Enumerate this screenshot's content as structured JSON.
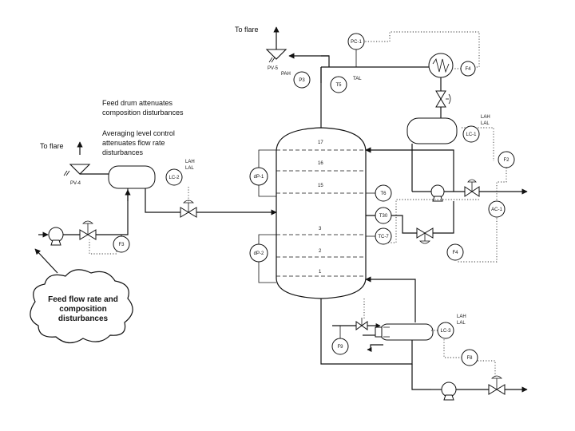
{
  "notes": {
    "to_flare_top": "To flare",
    "to_flare_left": "To flare",
    "feed_drum_1": "Feed drum attenuates",
    "feed_drum_2": "composition disturbances",
    "avg_level_1": "Averaging level control",
    "avg_level_2": "attenuates flow rate",
    "avg_level_3": "disturbances",
    "cloud_1": "Feed flow rate and",
    "cloud_2": "composition",
    "cloud_3": "disturbances"
  },
  "valve_tags": {
    "pv5": "PV-5",
    "pv4": "PV-4"
  },
  "alarms": {
    "pah": "PAH",
    "tal": "TAL",
    "drum_top_1": "LAH",
    "drum_top_2": "LAL",
    "feed_drum_1": "LAH",
    "feed_drum_2": "LAL",
    "reboiler_1": "LAH",
    "reboiler_2": "LAL"
  },
  "instruments": {
    "pc1": "PC-1",
    "f4_top": "F4",
    "p3": "P3",
    "t5": "T5",
    "lc1": "LC-1",
    "f2": "F2",
    "ac1": "AC-1",
    "lc2": "LC-2",
    "dp1": "dP-1",
    "dp2": "dP-2",
    "t6": "T6",
    "t30": "T30",
    "tc7": "TC-7",
    "f4_bottom": "F4",
    "f3": "F3",
    "lc3": "LC-3",
    "f9": "F9",
    "f8": "F8"
  },
  "trays": {
    "t17": "17",
    "t16": "16",
    "t15": "15",
    "t3": "3",
    "t2": "2",
    "t1": "1"
  }
}
